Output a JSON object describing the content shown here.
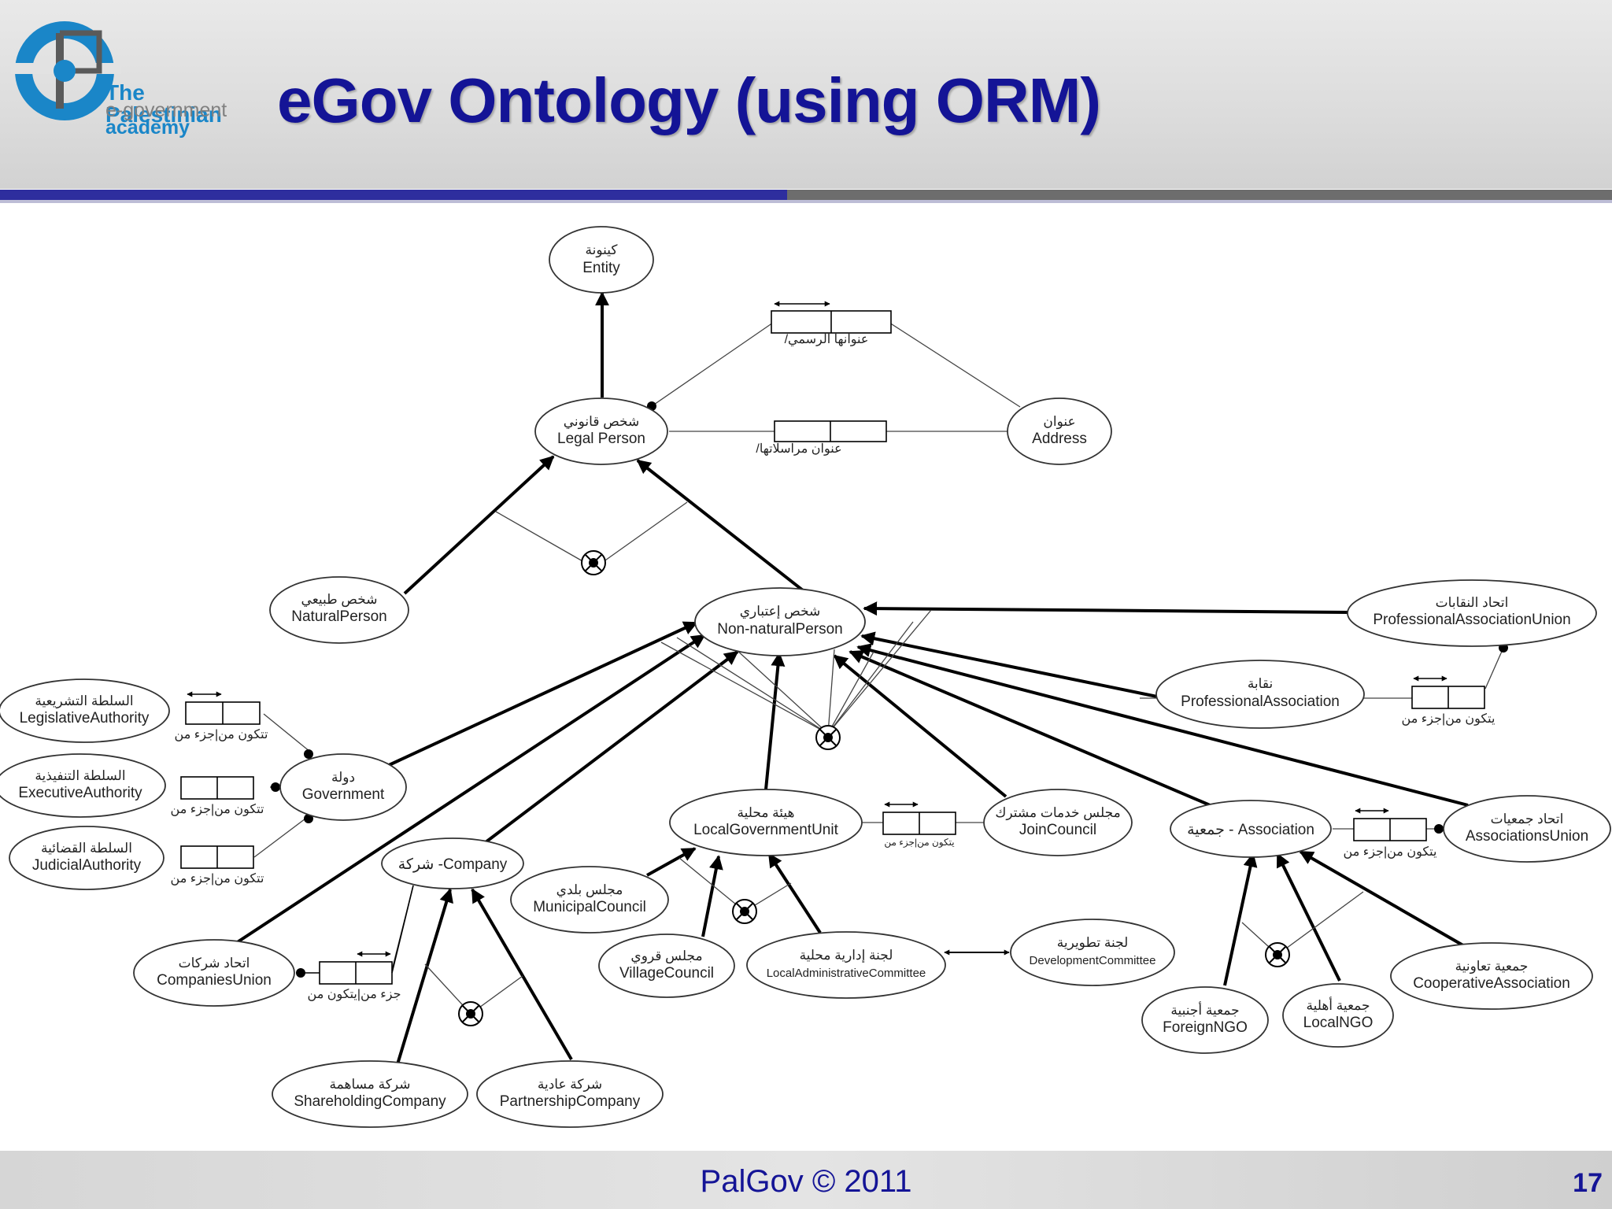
{
  "header": {
    "logo_line1": "The Palestinian",
    "logo_line2": "e-government",
    "logo_line3": "academy",
    "title": "eGov Ontology (using ORM)"
  },
  "diagram": {
    "entities": {
      "entity": {
        "ar": "كينونة",
        "en": "Entity"
      },
      "legal_person": {
        "ar": "شخص قانوني",
        "en": "Legal Person"
      },
      "address": {
        "ar": "عنوان",
        "en": "Address"
      },
      "natural_person": {
        "ar": "شخص طبيعي",
        "en": "NaturalPerson"
      },
      "non_natural_person": {
        "ar": "شخص إعتباري",
        "en": "Non-naturalPerson"
      },
      "professional_association_union": {
        "ar": "اتحاد النقابات",
        "en": "ProfessionalAssociationUnion"
      },
      "professional_association": {
        "ar": "نقابة",
        "en": "ProfessionalAssociation"
      },
      "legislative_authority": {
        "ar": "السلطة التشريعية",
        "en": "LegislativeAuthority"
      },
      "executive_authority": {
        "ar": "السلطة التنفيذية",
        "en": "ExecutiveAuthority"
      },
      "judicial_authority": {
        "ar": "السلطة القضائية",
        "en": "JudicialAuthority"
      },
      "government": {
        "ar": "دولة",
        "en": "Government"
      },
      "local_government_unit": {
        "ar": "هيئة محلية",
        "en": "LocalGovernmentUnit"
      },
      "join_council": {
        "ar": "مجلس خدمات مشترك",
        "en": "JoinCouncil"
      },
      "association": {
        "en": "جمعية - Association"
      },
      "associations_union": {
        "ar": "اتحاد جمعيات",
        "en": "AssociationsUnion"
      },
      "company": {
        "en": "شركة -Company"
      },
      "municipal_council": {
        "ar": "مجلس بلدي",
        "en": "MunicipalCouncil"
      },
      "village_council": {
        "ar": "مجلس قروي",
        "en": "VillageCouncil"
      },
      "local_administrative_committee": {
        "ar": "لجنة إدارية محلية",
        "en": "LocalAdministrativeCommittee"
      },
      "development_committee": {
        "ar": "لجنة تطويرية",
        "en": "DevelopmentCommittee"
      },
      "companies_union": {
        "ar": "اتحاد شركات",
        "en": "CompaniesUnion"
      },
      "shareholding_company": {
        "ar": "شركة مساهمة",
        "en": "ShareholdingCompany"
      },
      "partnership_company": {
        "ar": "شركة عادية",
        "en": "PartnershipCompany"
      },
      "cooperative_association": {
        "ar": "جمعية تعاونية",
        "en": "CooperativeAssociation"
      },
      "foreign_ngo": {
        "ar": "جمعية أجنبية",
        "en": "ForeignNGO"
      },
      "local_ngo": {
        "ar": "جمعية أهلية",
        "en": "LocalNGO"
      }
    },
    "roles": {
      "official_address": "/عنوانها الرسمي",
      "correspondence_address": "/عنوان مراسلاتها",
      "prof_union": "يتكون من|جزء من",
      "legislative": "تتكون من|جزء من",
      "executive": "تتكون من|جزء من",
      "judicial": "تتكون من|جزء من",
      "join_council": "يتكون من|جزء من",
      "association": "يتكون من|جزء من",
      "companies_union": "جزء من|يتكون من"
    }
  },
  "footer": {
    "text": "PalGov © 2011",
    "page": "17"
  }
}
